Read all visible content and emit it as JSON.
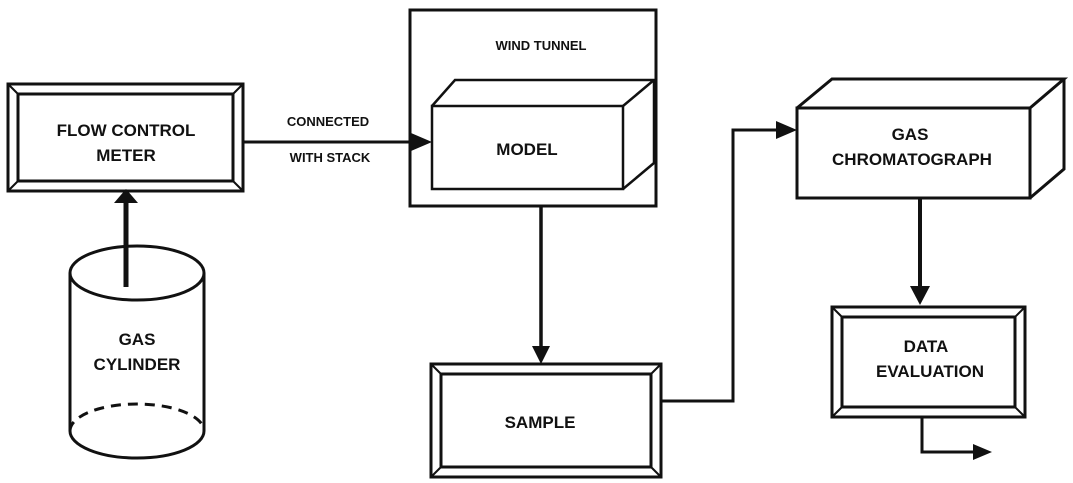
{
  "blocks": {
    "flow_control_meter": {
      "line1": "FLOW CONTROL",
      "line2": "METER"
    },
    "gas_cylinder": {
      "line1": "GAS",
      "line2": "CYLINDER"
    },
    "wind_tunnel": {
      "title": "WIND TUNNEL"
    },
    "model": {
      "label": "MODEL"
    },
    "sample": {
      "label": "SAMPLE"
    },
    "gas_chromatograph": {
      "line1": "GAS",
      "line2": "CHROMATOGRAPH"
    },
    "data_evaluation": {
      "line1": "DATA",
      "line2": "EVALUATION"
    }
  },
  "connectors": {
    "meter_to_tunnel": {
      "line1": "CONNECTED",
      "line2": "WITH STACK"
    }
  }
}
